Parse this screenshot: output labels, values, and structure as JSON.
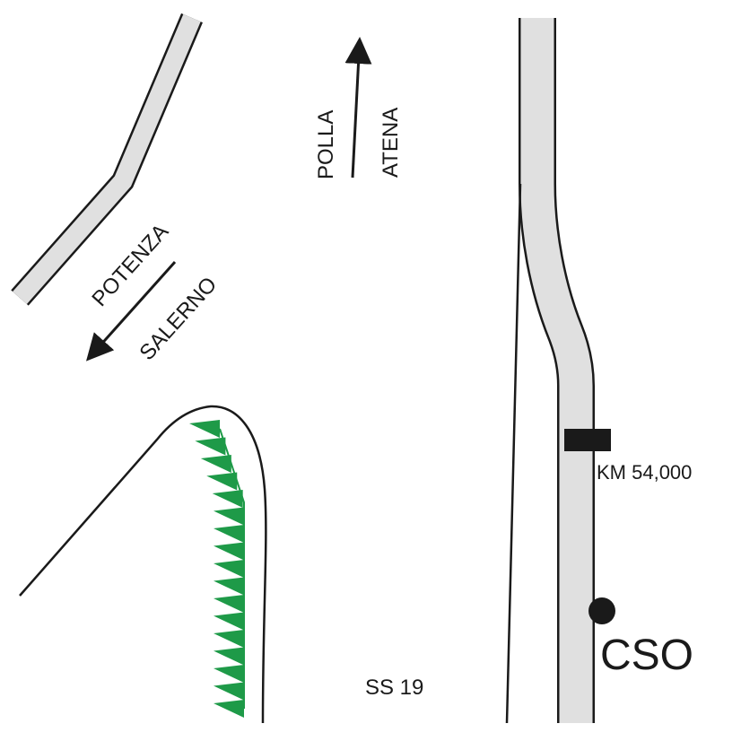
{
  "labels": {
    "potenza": "POTENZA",
    "salerno": "SALERNO",
    "polla": "POLLA",
    "atena": "ATENA",
    "km_marker": "KM 54,000",
    "road": "SS 19",
    "site": "CSO"
  },
  "colors": {
    "road_fill": "#e0e0e0",
    "outline": "#1a1a1a",
    "vegetation": "#1e9a48",
    "background": "#ffffff"
  },
  "icons": {
    "direction_arrow": "arrow-icon",
    "km_marker": "marker-bar-icon",
    "site_point": "dot-icon",
    "vegetation": "triangle-hatch-icon"
  }
}
